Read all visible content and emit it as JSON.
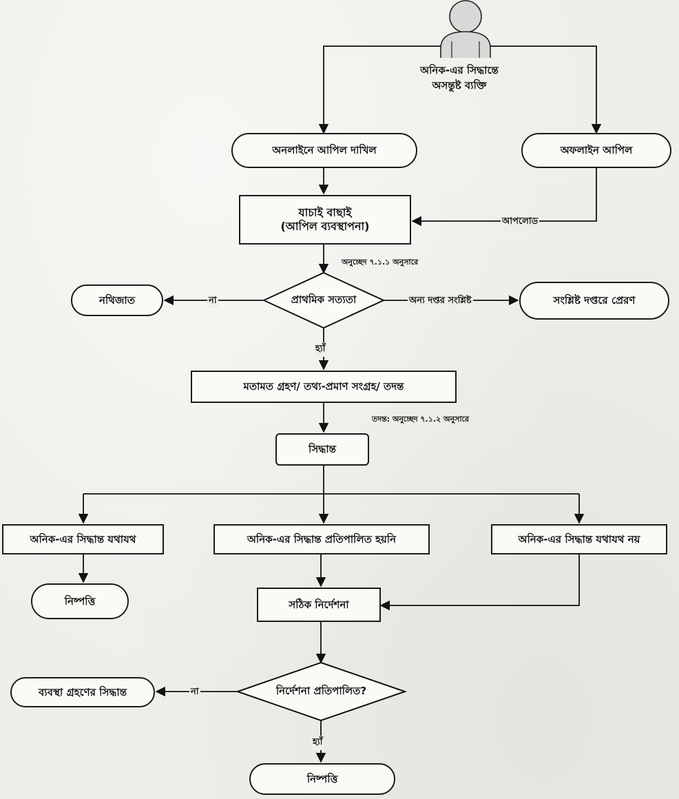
{
  "actor": {
    "line1": "অনিক-এর সিদ্ধান্তে",
    "line2": "অসন্তুষ্ট ব্যক্তি"
  },
  "nodes": {
    "online_appeal": "অনলাইনে আপিল দাখিল",
    "offline_appeal": "অফলাইন আপিল",
    "review_line1": "যাচাই বাছাই",
    "review_line2": "(আপিল ব্যবস্থাপনা)",
    "rejected": "নথিজাত",
    "primary_validity": "প্রাথমিক সত্যতা",
    "forward_office": "সংশ্লিষ্ট দপ্তরে প্রেরণ",
    "investigation": "মতামত গ্রহণ/ তথ্য-প্রমাণ সংগ্রহ/ তদন্ত",
    "decision": "সিদ্ধান্ত",
    "correct": "অনিক-এর সিদ্ধান্ত যথাযথ",
    "not_implemented": "অনিক-এর সিদ্ধান্ত প্রতিপালিত হয়নি",
    "incorrect": "অনিক-এর সিদ্ধান্ত যথাযথ নয়",
    "settled_left": "নিষ্পত্তি",
    "correct_direction": "সঠিক নির্দেশনা",
    "direction_followed": "নির্দেশনা প্রতিপালিত?",
    "action_decision": "ব্যবস্থা গ্রহণের সিদ্ধান্ত",
    "settled_bottom": "নিষ্পত্তি"
  },
  "edge_labels": {
    "upload": "আপলোড",
    "no_1": "না",
    "other_office": "অন্য দপ্তর সংশ্লিষ্ট",
    "yes_1": "হ্যাঁ",
    "no_2": "না",
    "yes_2": "হ্যাঁ"
  },
  "notes": {
    "para_7_1_1": "অনুচ্ছেদ ৭.১.১ অনুসারে",
    "para_7_1_2": "তদন্ত: অনুচ্ছেদ ৭.১.২ অনুসারে"
  }
}
